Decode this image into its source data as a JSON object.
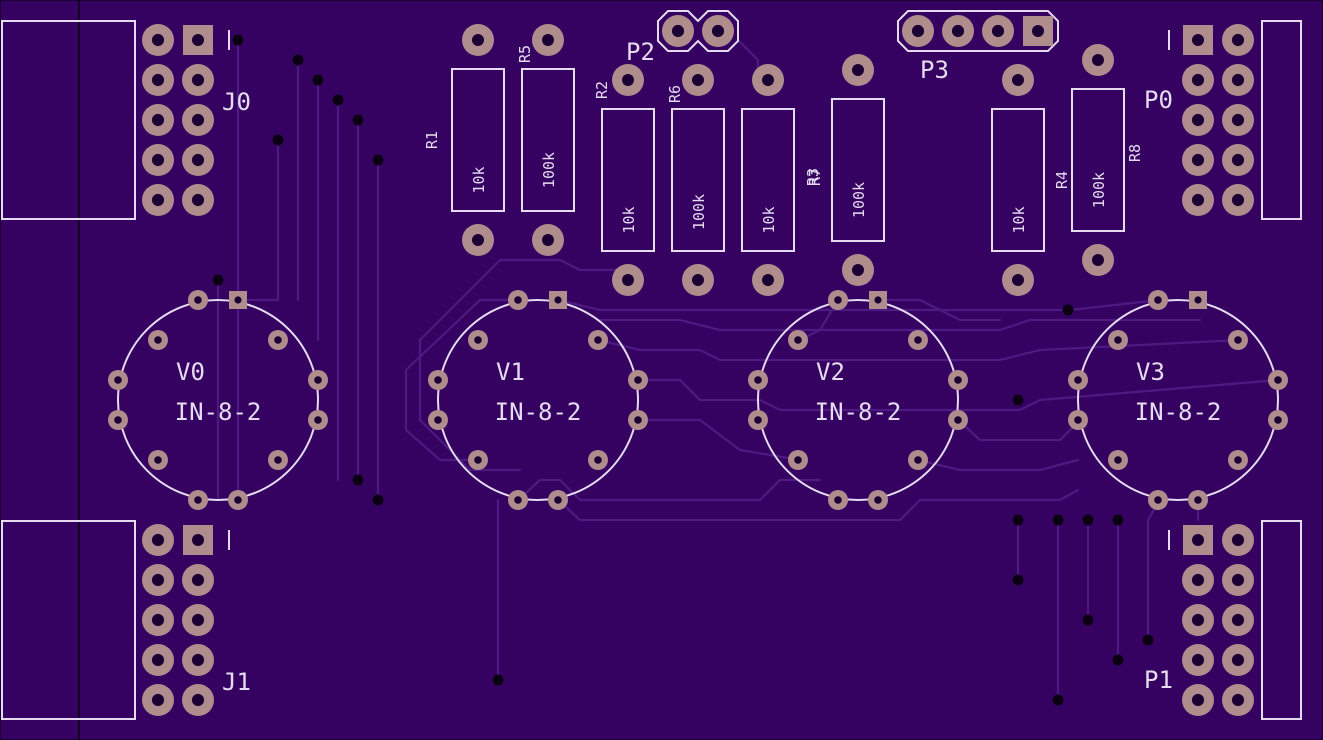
{
  "board": {
    "colors": {
      "background": "#350262",
      "silkscreen": "#e6dcf0",
      "pad": "#b08d8d",
      "trace": "#4d1a82"
    }
  },
  "connectors": {
    "J0": "J0",
    "J1": "J1",
    "P0": "P0",
    "P1": "P1",
    "P2": "P2",
    "P3": "P3",
    "pin1_mark": "|"
  },
  "resistors": [
    {
      "ref": "R1",
      "value": "10k"
    },
    {
      "ref": "R5",
      "value": "100k"
    },
    {
      "ref": "R2",
      "value": "10k"
    },
    {
      "ref": "R6",
      "value": "100k"
    },
    {
      "ref": "R3",
      "value": "10k"
    },
    {
      "ref": "R7",
      "value": "100k"
    },
    {
      "ref": "R4",
      "value": "10k"
    },
    {
      "ref": "R8",
      "value": "100k"
    }
  ],
  "overlap_label": "R3\nR7",
  "tubes": [
    {
      "ref": "V0",
      "type": "IN-8-2"
    },
    {
      "ref": "V1",
      "type": "IN-8-2"
    },
    {
      "ref": "V2",
      "type": "IN-8-2"
    },
    {
      "ref": "V3",
      "type": "IN-8-2"
    }
  ]
}
